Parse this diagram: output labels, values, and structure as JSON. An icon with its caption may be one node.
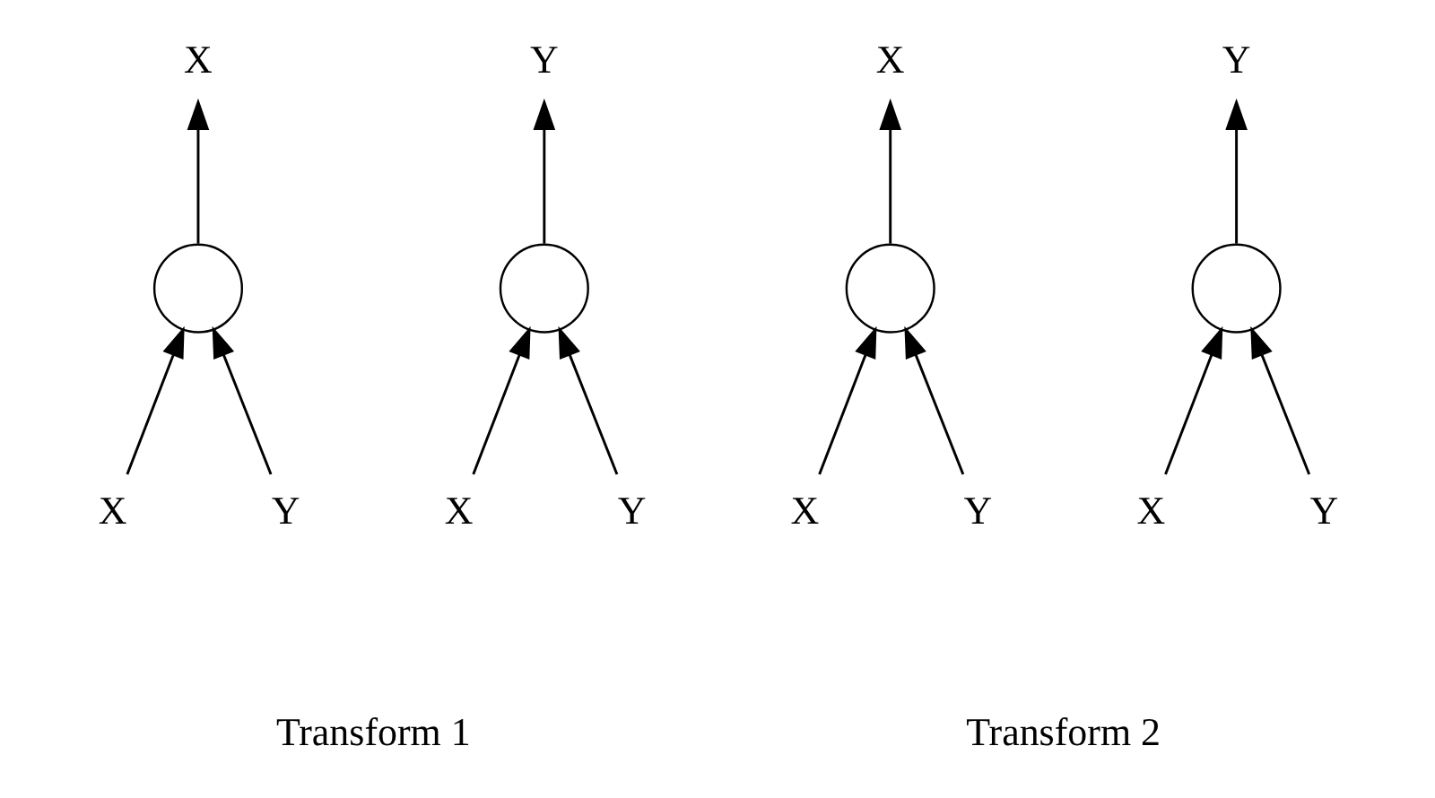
{
  "diagram": {
    "nodes": [
      {
        "text": [
          "X"
        ]
      },
      {
        "text": [
          "Y"
        ]
      },
      {
        "text": [
          "X"
        ]
      },
      {
        "text": [
          "Y"
        ]
      },
      {
        "text": [],
        "shape": "circle"
      },
      {
        "text": [],
        "shape": "circle"
      },
      {
        "text": [],
        "shape": "circle"
      },
      {
        "text": [],
        "shape": "circle"
      },
      {
        "text": [
          "X"
        ]
      },
      {
        "text": [
          "Y"
        ]
      },
      {
        "text": [
          "X"
        ]
      },
      {
        "text": [
          "Y"
        ]
      },
      {
        "text": [
          "X"
        ]
      },
      {
        "text": [
          "Y"
        ]
      },
      {
        "text": [
          "X"
        ]
      },
      {
        "text": [
          "Y"
        ]
      }
    ],
    "edges": [
      {
        "from": 8,
        "to": 4,
        "arrow": "to"
      },
      {
        "from": 9,
        "to": 4,
        "arrow": "to"
      },
      {
        "from": 4,
        "to": 0,
        "arrow": "to"
      },
      {
        "from": 10,
        "to": 5,
        "arrow": "to"
      },
      {
        "from": 11,
        "to": 5,
        "arrow": "to"
      },
      {
        "from": 5,
        "to": 1,
        "arrow": "to"
      },
      {
        "from": 12,
        "to": 6,
        "arrow": "to"
      },
      {
        "from": 13,
        "to": 6,
        "arrow": "to"
      },
      {
        "from": 6,
        "to": 2,
        "arrow": "to"
      },
      {
        "from": 14,
        "to": 7,
        "arrow": "to"
      },
      {
        "from": 15,
        "to": 7,
        "arrow": "to"
      },
      {
        "from": 7,
        "to": 3,
        "arrow": "to"
      }
    ],
    "labels": [
      "Transform 1",
      "Transform 2"
    ]
  }
}
